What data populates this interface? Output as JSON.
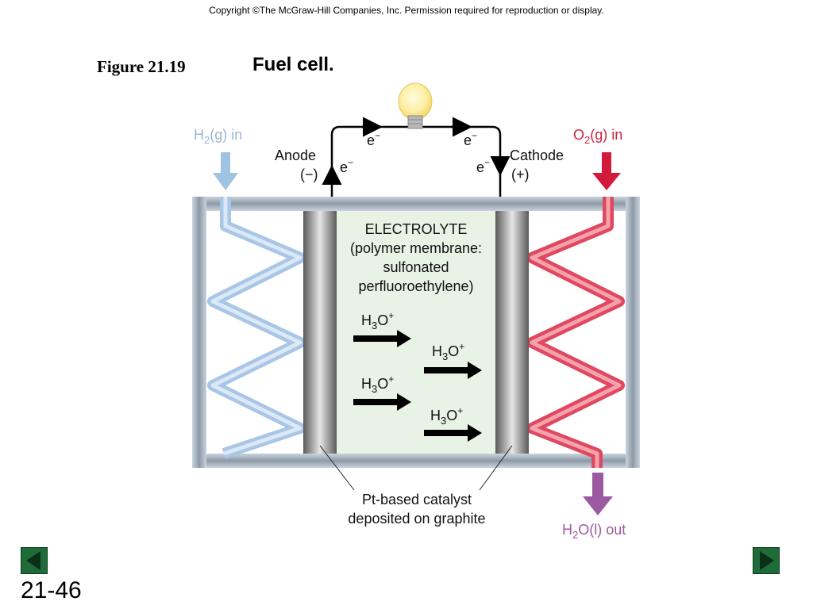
{
  "header": {
    "copyright": "Copyright ©The McGraw-Hill Companies, Inc.  Permission required for reproduction or display.",
    "figure_number": "Figure 21.19",
    "figure_title": "Fuel cell."
  },
  "diagram": {
    "h2_label": "H",
    "h2_sub": "2",
    "h2_rest": "(g) in",
    "o2_label": "O",
    "o2_sub": "2",
    "o2_rest": "(g) in",
    "h2o_label": "H",
    "h2o_sub": "2",
    "h2o_rest": "O(l) out",
    "anode": "Anode",
    "anode_sign": "(−)",
    "cathode": "Cathode",
    "cathode_sign": "(+)",
    "electron": "e",
    "electron_sup": "−",
    "electrolyte_lines": [
      "ELECTROLYTE",
      "(polymer membrane:",
      "sulfonated",
      "perfluoroethylene)"
    ],
    "hydronium": "H",
    "hydronium_sub": "3",
    "hydronium_o": "O",
    "hydronium_sup": "+",
    "catalyst_lines": [
      "Pt-based catalyst",
      "deposited on graphite"
    ]
  },
  "footer": {
    "slide_number": "21-46"
  },
  "colors": {
    "h2_blue": "#9db4d4",
    "o2_red": "#d0223f",
    "h2o_purple": "#9b5aa0",
    "electrolyte_green": "#e8f3e6",
    "nav_green": "#1f6b3a"
  }
}
